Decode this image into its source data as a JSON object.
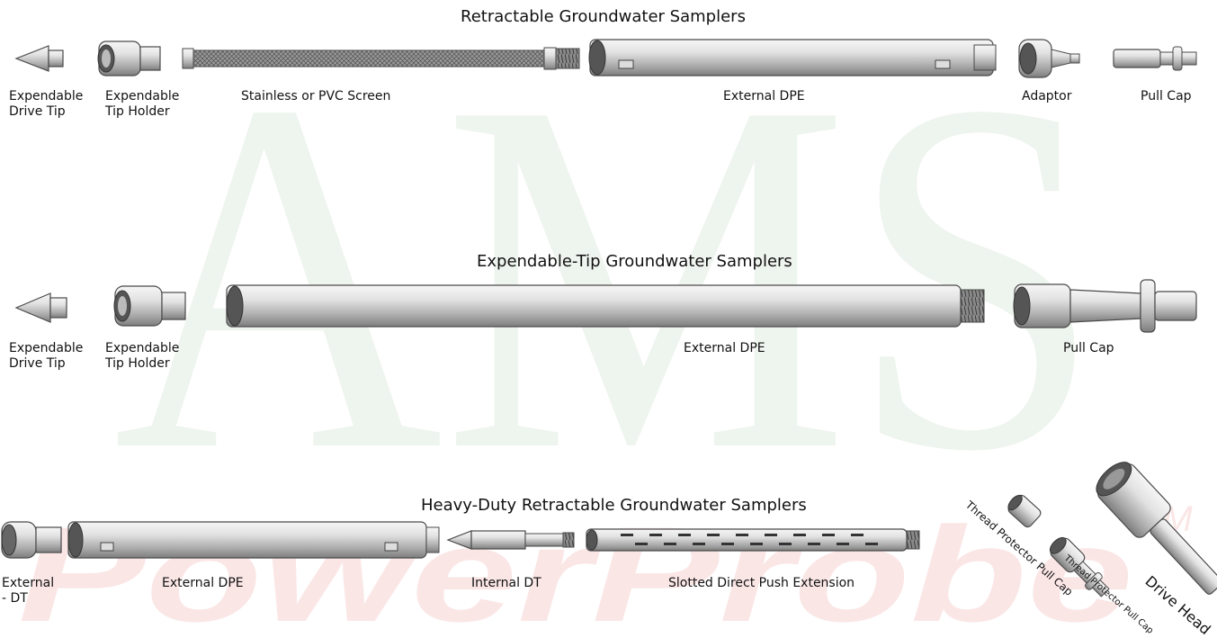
{
  "watermark": {
    "top_text": "AMS",
    "bottom_text": "PowerProbe",
    "trademark": "TM"
  },
  "colors": {
    "watermark_green": "#eef4ee",
    "watermark_red": "#fbe6e6",
    "steel_light": "#eeeeee",
    "steel_dark": "#8a8a8a",
    "outline": "#4a4a4a"
  },
  "sections": {
    "retractable": {
      "title": "Retractable Groundwater Samplers",
      "labels": {
        "drive_tip": "Expendable\nDrive Tip",
        "tip_holder": "Expendable\nTip Holder",
        "screen": "Stainless or PVC Screen",
        "dpe": "External DPE",
        "adaptor": "Adaptor",
        "pull_cap": "Pull Cap"
      }
    },
    "expendable": {
      "title": "Expendable-Tip Groundwater Samplers",
      "labels": {
        "drive_tip": "Expendable\nDrive Tip",
        "tip_holder": "Expendable\nTip Holder",
        "dpe": "External DPE",
        "pull_cap": "Pull Cap"
      }
    },
    "heavy_duty": {
      "title": "Heavy-Duty Retractable Groundwater Samplers",
      "labels": {
        "external_dt": "External\n- DT",
        "dpe": "External DPE",
        "internal_dt": "Internal DT",
        "slotted": "Slotted Direct Push Extension",
        "thread_protector_1": "Thread Protector\nPull Cap",
        "thread_protector_2": "Thread Protector\nPull Cap",
        "drive_head": "Drive Head"
      }
    }
  }
}
